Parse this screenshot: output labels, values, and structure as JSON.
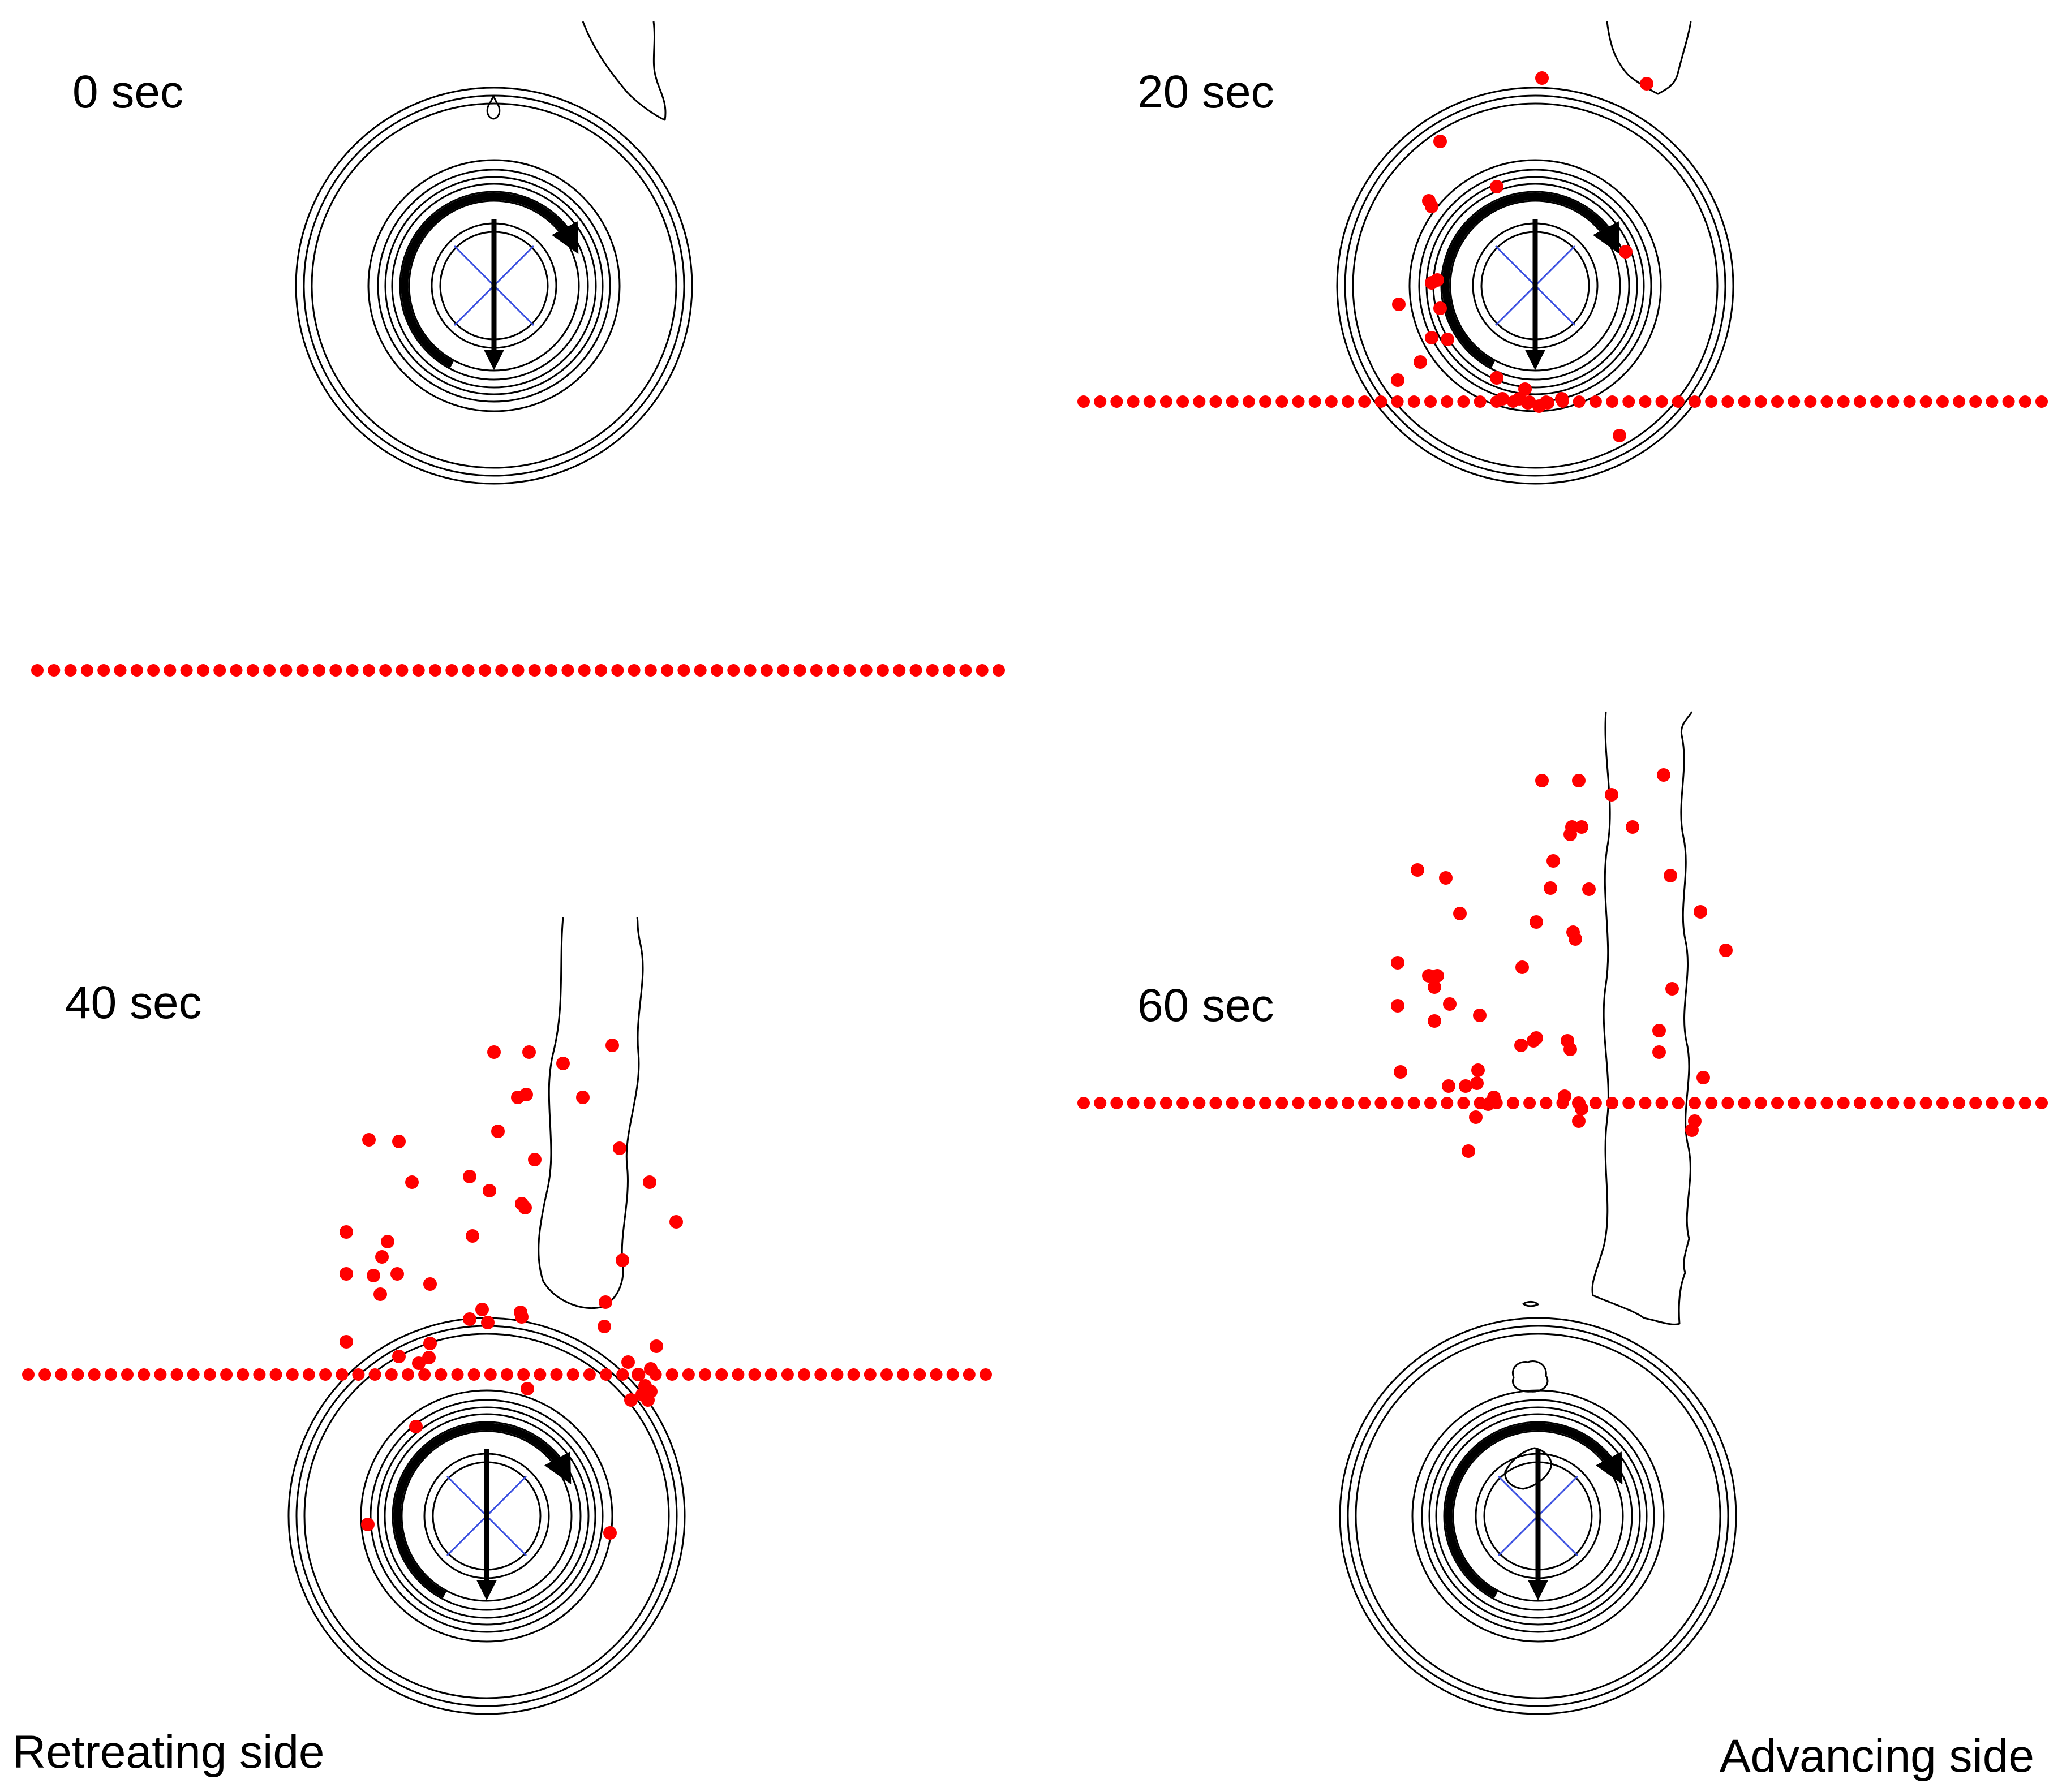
{
  "figure": {
    "panels": [
      {
        "time_label": "0 sec"
      },
      {
        "time_label": "20 sec"
      },
      {
        "time_label": "40 sec"
      },
      {
        "time_label": "60 sec"
      }
    ],
    "side_labels": {
      "left": "Retreating side",
      "right": "Advancing side"
    },
    "colors": {
      "particles": "#ff0000",
      "tool_outline": "#000000",
      "pin_cross": "#3a4fe0",
      "background": "#ffffff"
    }
  }
}
